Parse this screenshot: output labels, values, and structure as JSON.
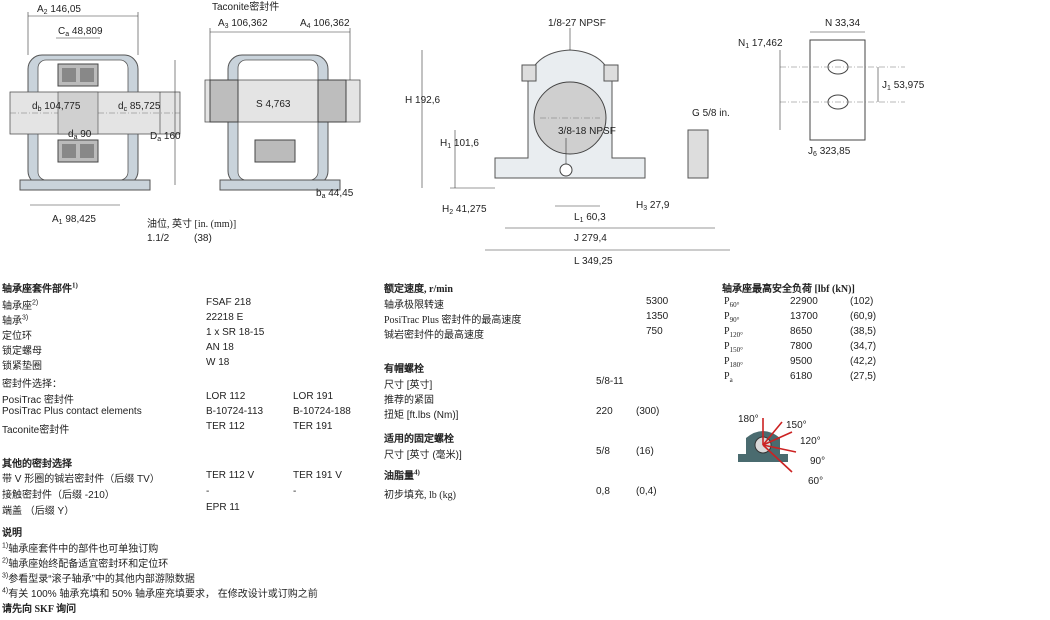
{
  "drawing": {
    "A2": "A",
    "A2_sub": "2",
    "A2_val": "146,05",
    "Ca": "C",
    "Ca_sub": "a",
    "Ca_val": "48,809",
    "db": "d",
    "db_sub": "b",
    "db_val": "104,775",
    "dc": "d",
    "dc_sub": "c",
    "dc_val": "85,725",
    "da": "d",
    "da_sub": "a",
    "da_val": "90",
    "Da": "D",
    "Da_sub": "a",
    "Da_val": "160",
    "A1": "A",
    "A1_sub": "1",
    "A1_val": "98,425",
    "taconite": "Taconite密封件",
    "A3": "A",
    "A3_sub": "3",
    "A3_val": "106,362",
    "A4": "A",
    "A4_sub": "4",
    "A4_val": "106,362",
    "S": "S",
    "S_val": "4,763",
    "ba": "b",
    "ba_sub": "a",
    "ba_val": "44,45",
    "npsf_top": "1/8-27 NPSF",
    "npsf_mid": "3/8-18 NPSF",
    "H": "H",
    "H_val": "192,6",
    "H1": "H",
    "H1_sub": "1",
    "H1_val": "101,6",
    "H2": "H",
    "H2_sub": "2",
    "H2_val": "41,275",
    "H3": "H",
    "H3_sub": "3",
    "H3_val": "27,9",
    "G": "G",
    "G_val": "5/8 in.",
    "L1": "L",
    "L1_sub": "1",
    "L1_val": "60,3",
    "J": "J",
    "J_val": "279,4",
    "L": "L",
    "L_val": "349,25",
    "N": "N",
    "N_val": "33,34",
    "N1": "N",
    "N1_sub": "1",
    "N1_val": "17,462",
    "J1": "J",
    "J1_sub": "1",
    "J1_val": "53,975",
    "J6": "J",
    "J6_sub": "6",
    "J6_val": "323,85",
    "oil_label": "油位, 英寸 [in. (mm)]",
    "oil_in": "1.1/2",
    "oil_mm": "(38)"
  },
  "components": {
    "title": "轴承座套件部件",
    "title_sup": "1)",
    "rows": [
      {
        "label": "轴承座",
        "sup": "2)",
        "v1": "FSAF 218",
        "v2": ""
      },
      {
        "label": "轴承",
        "sup": "3)",
        "v1": "22218 E",
        "v2": ""
      },
      {
        "label": "定位环",
        "sup": "",
        "v1": "1 x SR 18-15",
        "v2": ""
      },
      {
        "label": "锁定螺母",
        "sup": "",
        "v1": "AN 18",
        "v2": ""
      },
      {
        "label": "锁紧垫圈",
        "sup": "",
        "v1": "W 18",
        "v2": ""
      }
    ],
    "seal_choice_title": "密封件选择：",
    "seal_rows": [
      {
        "label": "PosiTrac 密封件",
        "v1": "LOR 112",
        "v2": "LOR 191"
      },
      {
        "label": "PosiTrac Plus contact elements",
        "v1": "B-10724-113",
        "v2": "B-10724-188"
      },
      {
        "label": "Taconite密封件",
        "v1": "TER 112",
        "v2": "TER 191"
      }
    ],
    "other_title": "其他的密封选择",
    "other_rows": [
      {
        "label": "带 V 形圈的铖岩密封件（后缀 TV）",
        "v1": "TER 112 V",
        "v2": "TER 191 V"
      },
      {
        "label": "接触密封件（后缀 -210）",
        "v1": "-",
        "v2": "-"
      },
      {
        "label": "端盖 （后缀 Y）",
        "v1": "EPR 11",
        "v2": ""
      }
    ]
  },
  "notes": {
    "title": "说明",
    "items": [
      {
        "sup": "1)",
        "text": "轴承座套件中的部件也可单独订购"
      },
      {
        "sup": "2)",
        "text": "轴承座始终配备适宜密封环和定位环"
      },
      {
        "sup": "3)",
        "text": "参看型录“滚子轴承”中的其他内部游隙数据"
      },
      {
        "sup": "4)",
        "text": "有关 100% 轴承充填和 50% 轴承座充填要求， 在修改设计或订购之前"
      }
    ],
    "contact": "请先向 SKF 询问"
  },
  "speed": {
    "title": "额定速度, r/min",
    "rows": [
      {
        "label": "轴承极限转速",
        "v": "5300"
      },
      {
        "label": "PosiTrac Plus 密封件的最高速度",
        "v": "1350"
      },
      {
        "label": "铖岩密封件的最高速度",
        "v": "750"
      }
    ]
  },
  "cap_bolts": {
    "title": "有帽螺栓",
    "rows": [
      {
        "label": "尺寸 [英寸]",
        "v1": "5/8-11",
        "v2": ""
      },
      {
        "label": "推荐的紧固",
        "v1": "",
        "v2": ""
      },
      {
        "label": "扭矩 [ft.lbs (Nm)]",
        "v1": "220",
        "v2": "(300)"
      }
    ]
  },
  "fix_bolts": {
    "title": "适用的固定螺栓",
    "rows": [
      {
        "label": "尺寸 [英寸 (毫米)]",
        "v1": "5/8",
        "v2": "(16)"
      }
    ]
  },
  "lube": {
    "title": "油脂量",
    "title_sup": "4)",
    "rows": [
      {
        "label": "初步填充, lb (kg)",
        "v1": "0,8",
        "v2": "(0,4)"
      }
    ]
  },
  "loads": {
    "title": "轴承座最高安全负荷 [lbf (kN)]",
    "rows": [
      {
        "p": "P",
        "sub": "60°",
        "v1": "22900",
        "v2": "(102)"
      },
      {
        "p": "P",
        "sub": "90°",
        "v1": "13700",
        "v2": "(60,9)"
      },
      {
        "p": "P",
        "sub": "120°",
        "v1": "8650",
        "v2": "(38,5)"
      },
      {
        "p": "P",
        "sub": "150°",
        "v1": "7800",
        "v2": "(34,7)"
      },
      {
        "p": "P",
        "sub": "180°",
        "v1": "9500",
        "v2": "(42,2)"
      },
      {
        "p": "P",
        "sub": "a",
        "v1": "6180",
        "v2": "(27,5)"
      }
    ]
  },
  "load_diagram": {
    "angles": [
      "180°",
      "150°",
      "120°",
      "90°",
      "60°"
    ],
    "arrow_color": "#cc2222",
    "body_color": "#4a6b6f"
  }
}
